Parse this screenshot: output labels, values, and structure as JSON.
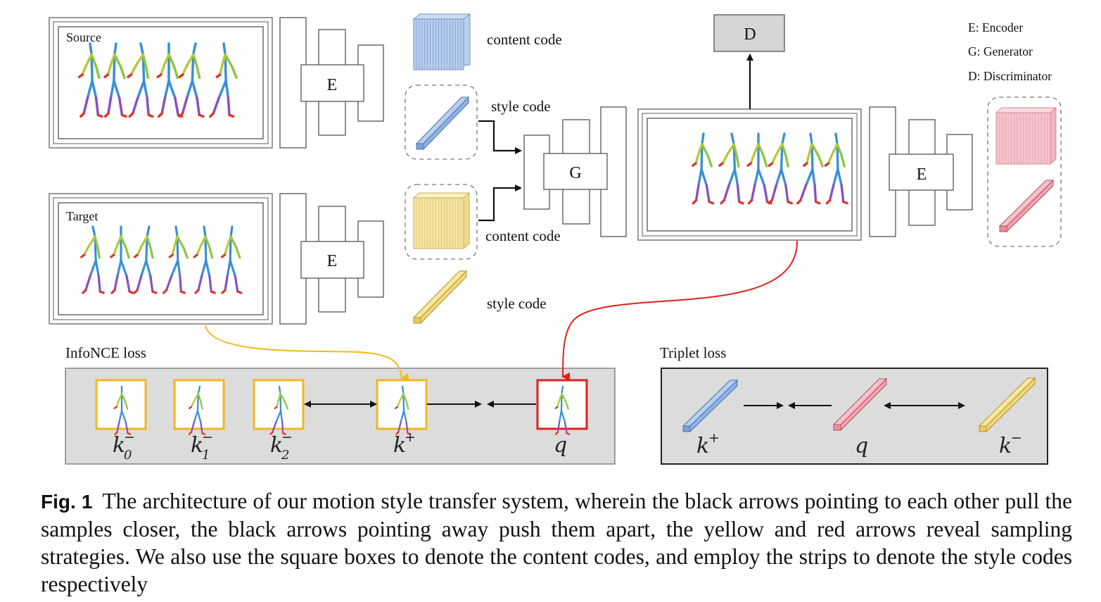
{
  "legend": {
    "encoder": "E: Encoder",
    "generator": "G: Generator",
    "discriminator": "D: Discriminator"
  },
  "panels": {
    "source": "Source",
    "target": "Target"
  },
  "blocks": {
    "encoder": "E",
    "generator": "G",
    "discriminator": "D"
  },
  "codes": {
    "content_code_1": "content code",
    "style_code_1": "style code",
    "content_code_2": "content code",
    "style_code_2": "style code"
  },
  "losses": {
    "infonce": {
      "title": "InfoNCE loss",
      "samples": [
        {
          "symbol": "k",
          "sup": "−",
          "sub": "0"
        },
        {
          "symbol": "k",
          "sup": "−",
          "sub": "1"
        },
        {
          "symbol": "k",
          "sup": "−",
          "sub": "2"
        },
        {
          "symbol": "k",
          "sup": "+",
          "sub": ""
        },
        {
          "symbol": "q",
          "sup": "",
          "sub": ""
        }
      ]
    },
    "triplet": {
      "title": "Triplet loss",
      "samples": [
        {
          "symbol": "k",
          "sup": "+"
        },
        {
          "symbol": "q",
          "sup": ""
        },
        {
          "symbol": "k",
          "sup": "−"
        }
      ]
    }
  },
  "colors": {
    "blue_strip": "#8fb4e3",
    "red_strip": "#f2a2ad",
    "yellow_strip": "#f0d77a",
    "content_blue": "#b9cff0",
    "content_yellow": "#f6e6a6",
    "content_red": "#f6c4cb",
    "yellow_arrow": "#f2b71e",
    "red_arrow": "#e21f1f",
    "loss_panel": "#dcdcdc"
  },
  "caption": {
    "label": "Fig. 1",
    "text": "The architecture of our motion style transfer system, wherein the black arrows pointing to each other pull the samples closer, the black arrows pointing away push them apart, the yellow and red arrows reveal sampling strategies. We also use the square boxes to denote the content codes, and employ the strips to denote the style codes respectively"
  }
}
